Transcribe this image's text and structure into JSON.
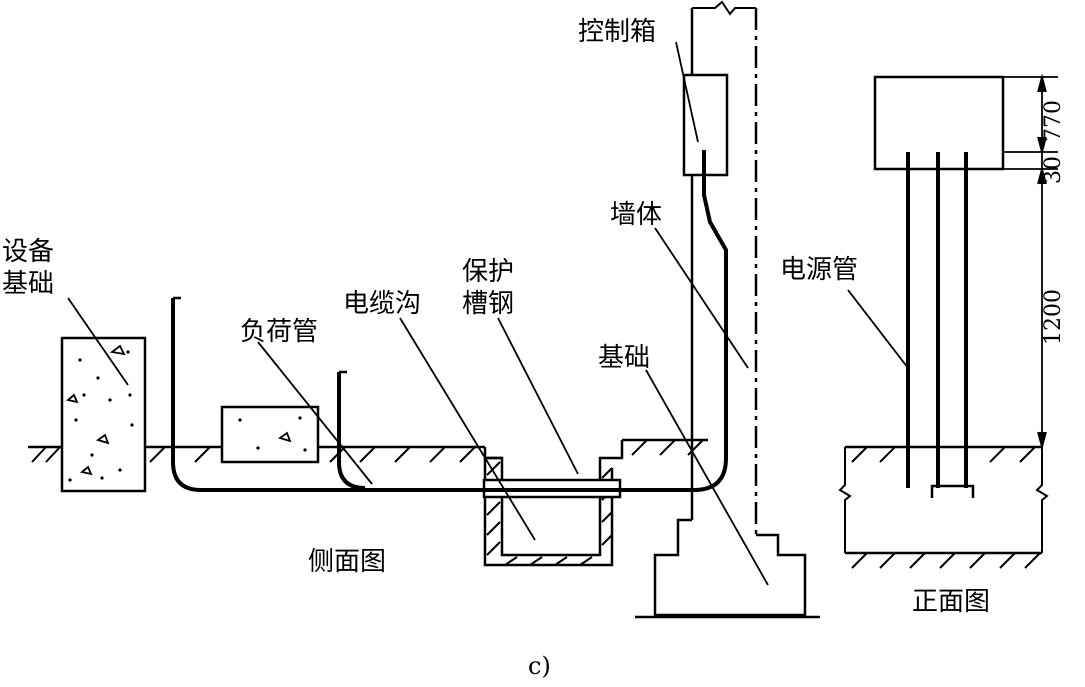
{
  "side_view": {
    "caption": "侧面图",
    "labels": {
      "equipment_foundation_line1": "设备",
      "equipment_foundation_line2": "基础",
      "load_pipe": "负荷管",
      "cable_trench": "电缆沟",
      "protective_channel_line1": "保护",
      "protective_channel_line2": "槽钢",
      "control_box": "控制箱",
      "wall": "墙体",
      "foundation": "基础"
    }
  },
  "front_view": {
    "caption": "正面图",
    "labels": {
      "power_pipe": "电源管"
    },
    "dimensions": {
      "top": "770",
      "gap": "30",
      "bottom": "1200"
    }
  },
  "figure_label": "c)"
}
